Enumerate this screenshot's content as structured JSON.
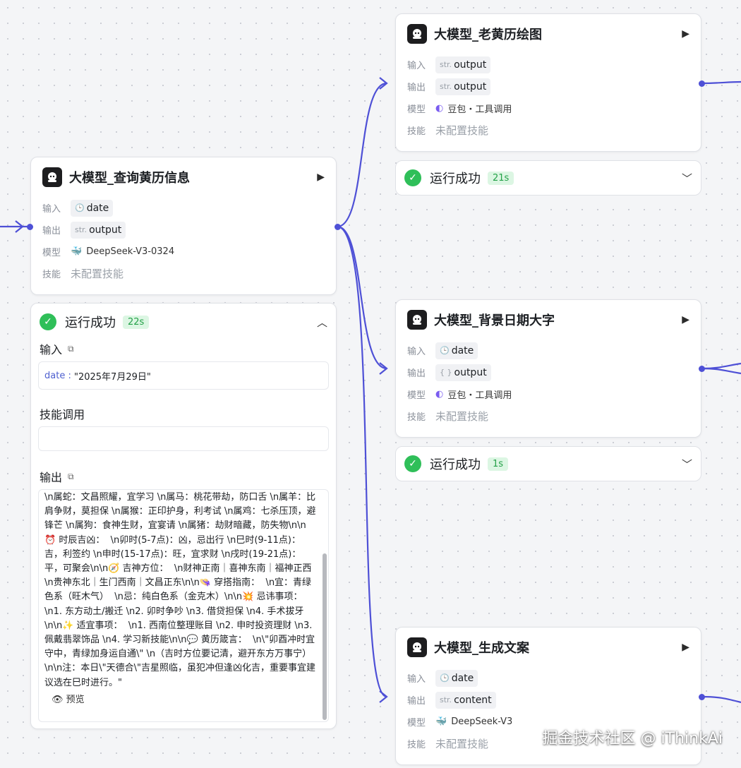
{
  "labels": {
    "input": "输入",
    "output": "输出",
    "model": "模型",
    "skills": "技能"
  },
  "nodes": {
    "query": {
      "title": "大模型_查询黄历信息",
      "input_name": "date",
      "output_type": "str.",
      "output_name": "output",
      "model_name": "DeepSeek-V3-0324",
      "skills": "未配置技能"
    },
    "drawing": {
      "title": "大模型_老黄历绘图",
      "input_type": "str.",
      "input_name": "output",
      "output_type": "str.",
      "output_name": "output",
      "model_name": "豆包・工具调用",
      "skills": "未配置技能"
    },
    "background": {
      "title": "大模型_背景日期大字",
      "input_name": "date",
      "output_type": "{ }",
      "output_name": "output",
      "model_name": "豆包・工具调用",
      "skills": "未配置技能"
    },
    "copy": {
      "title": "大模型_生成文案",
      "input_name": "date",
      "output_type": "str.",
      "output_name": "content",
      "model_name": "DeepSeek-V3",
      "skills": "未配置技能"
    }
  },
  "runs": {
    "query": {
      "status": "运行成功",
      "time": "22s"
    },
    "drawing": {
      "status": "运行成功",
      "time": "21s"
    },
    "background": {
      "status": "运行成功",
      "time": "1s"
    }
  },
  "panel": {
    "input_title": "输入",
    "input_key": "date",
    "input_colon": " : ",
    "input_value": "\"2025年7月29日\"",
    "skills_title": "技能调用",
    "output_title": "输出",
    "output_text": "\\n属蛇：文昌照耀，宜学习 \\n属马：桃花带劫，防口舌 \\n属羊：比肩争财，莫担保 \\n属猴：正印护身，利考试 \\n属鸡：七杀压顶，避锋芒 \\n属狗：食神生财，宜宴请 \\n属猪：劫财暗藏，防失物\\n\\n⏰ 时辰吉凶：  \\n卯时(5-7点)：凶，忌出行 \\n巳时(9-11点)：吉，利签约 \\n申时(15-17点)：旺，宜求财 \\n戌时(19-21点)：平，可聚会\\n\\n🧭 吉神方位：  \\n财神正南｜喜神东南｜福神正西 \\n贵神东北｜生门西南｜文昌正东\\n\\n👒 穿搭指南：  \\n宜：青绿色系（旺木气）  \\n忌：纯白色系（金克木）\\n\\n💥 忌讳事项：  \\n1. 东方动土/搬迁 \\n2. 卯时争吵 \\n3. 借贷担保 \\n4. 手术拔牙\\n\\n✨ 适宜事项：  \\n1. 西南位整理账目 \\n2. 申时投资理财 \\n3. 佩戴翡翠饰品 \\n4. 学习新技能\\n\\n💬 黄历箴言：  \\n\\\"卯酉冲时宜守中，青绿加身运自通\\\" \\n（吉时方位要记清，避开东方万事宁）  \\n\\n注：本日\\\"天德合\\\"吉星照临，虽犯冲但逢凶化吉，重要事宜建议选在巳时进行。\"",
    "preview": "预览"
  },
  "watermark": "掘金技术社区 @ iThinkAi",
  "colors": {
    "wire": "#4e50d6",
    "success": "#2fbf59",
    "badge_bg": "#dcf6e3",
    "badge_fg": "#24a148"
  }
}
